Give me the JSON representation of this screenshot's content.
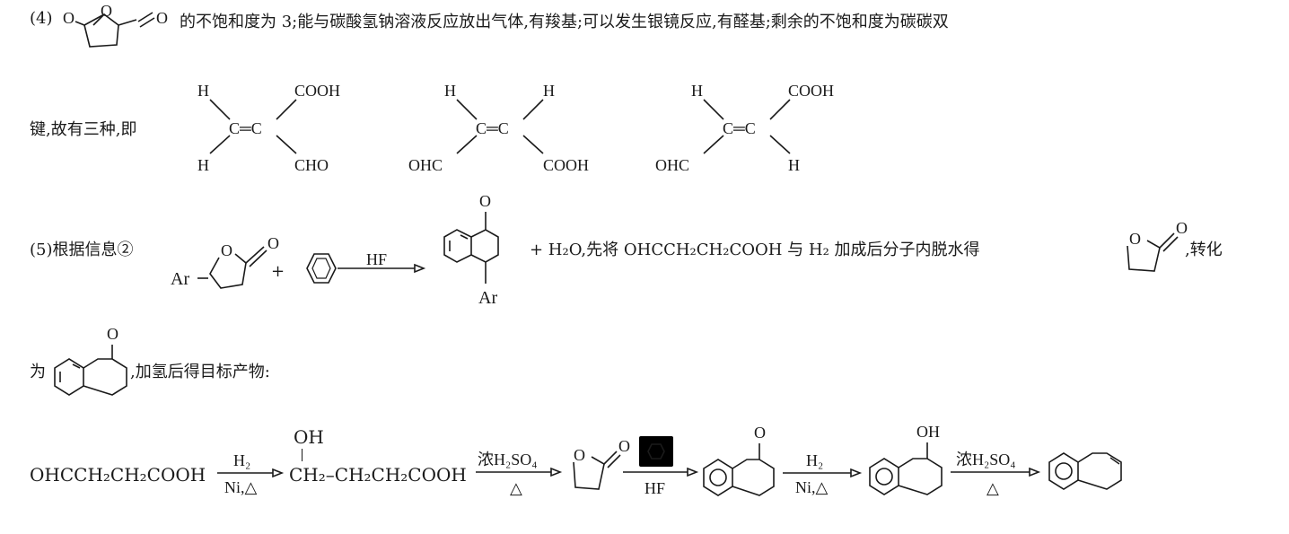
{
  "part4": {
    "label": "(4)",
    "text1": "的不饱和度为 3;能与碳酸氢钠溶液反应放出气体,有羧基;可以发生银镜反应,有醛基;剩余的不饱和度为碳碳双",
    "text2": "键,故有三种,即",
    "anhydride_O": "O",
    "isomers": [
      {
        "tl": "H",
        "tr": "COOH",
        "bl": "H",
        "br": "CHO",
        "core": "C═C"
      },
      {
        "tl": "H",
        "tr": "H",
        "bl": "OHC",
        "br": "COOH",
        "core": "C═C"
      },
      {
        "tl": "H",
        "tr": "COOH",
        "bl": "OHC",
        "br": "H",
        "core": "C═C"
      }
    ]
  },
  "part5": {
    "label": "(5)根据信息②",
    "ar": "Ar",
    "O": "O",
    "plus": "+",
    "reagent_hf": "HF",
    "text_after": "+ H₂O,先将 OHCCH₂CH₂COOH 与 H₂ 加成后分子内脱水得",
    "text_end": ",转化",
    "line2_start": "为",
    "line2_end": ",加氢后得目标产物:"
  },
  "scheme": {
    "start": "OHCCH₂CH₂COOH",
    "arrow1_top": "H₂",
    "arrow1_bottom": "Ni,△",
    "oh": "OH",
    "intermediate": "CH₂–CH₂CH₂COOH",
    "arrow2_top": "浓H₂SO₄",
    "arrow2_bottom": "△",
    "O": "O",
    "arrow3_bottom": "HF",
    "arrow4_top": "H₂",
    "arrow4_bottom": "Ni,△",
    "oh2": "OH",
    "arrow5_top": "浓H₂SO₄",
    "arrow5_bottom": "△"
  }
}
